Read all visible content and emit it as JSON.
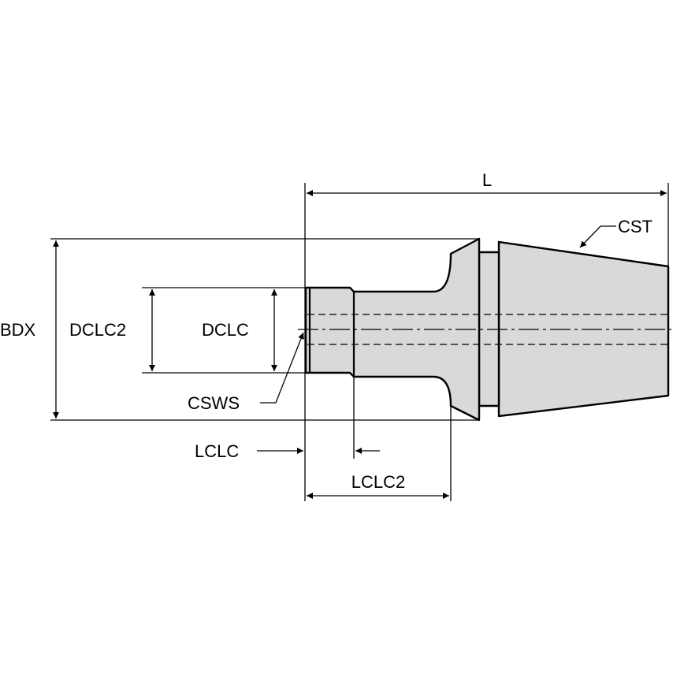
{
  "drawing": {
    "labels": {
      "l": "L",
      "cst": "CST",
      "bdx": "BDX",
      "dclc2": "DCLC2",
      "dclc": "DCLC",
      "csws": "CSWS",
      "lclc": "LCLC",
      "lclc2": "LCLC2"
    },
    "colors": {
      "body_fill": "#d9d9d9",
      "line": "#000000",
      "background": "#ffffff"
    }
  }
}
